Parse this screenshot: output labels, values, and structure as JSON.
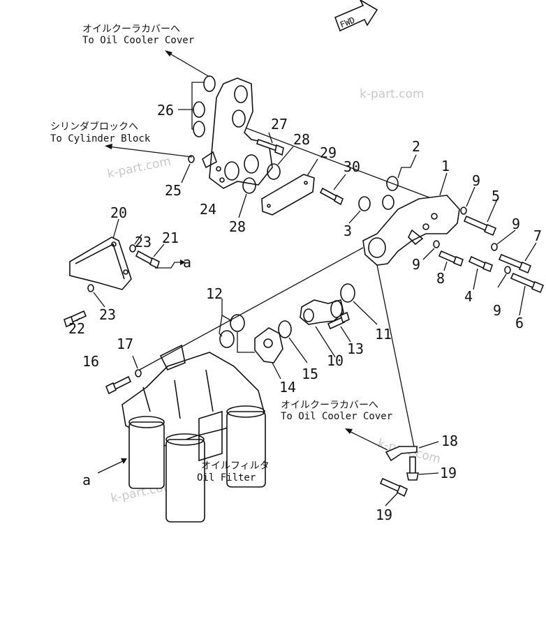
{
  "diagram": {
    "fwd_label": "FWD",
    "captions": {
      "oil_cooler_top_jp": "オイルクーラカバーへ",
      "oil_cooler_top_en": "To Oil Cooler Cover",
      "cylinder_block_jp": "シリンダブロックへ",
      "cylinder_block_en": "To Cylinder Block",
      "oil_cooler_bottom_jp": "オイルクーラカバーへ",
      "oil_cooler_bottom_en": "To Oil Cooler Cover",
      "oil_filter_jp": "オイルフィルタ",
      "oil_filter_en": "Oil Filter"
    },
    "watermark": "k-part.com",
    "ref_a": "a",
    "part_numbers": [
      "1",
      "2",
      "3",
      "4",
      "5",
      "6",
      "7",
      "8",
      "9",
      "9",
      "9",
      "9",
      "10",
      "11",
      "12",
      "13",
      "14",
      "15",
      "16",
      "17",
      "18",
      "19",
      "19",
      "20",
      "21",
      "22",
      "23",
      "23",
      "24",
      "25",
      "26",
      "27",
      "28",
      "28",
      "29",
      "30"
    ]
  }
}
